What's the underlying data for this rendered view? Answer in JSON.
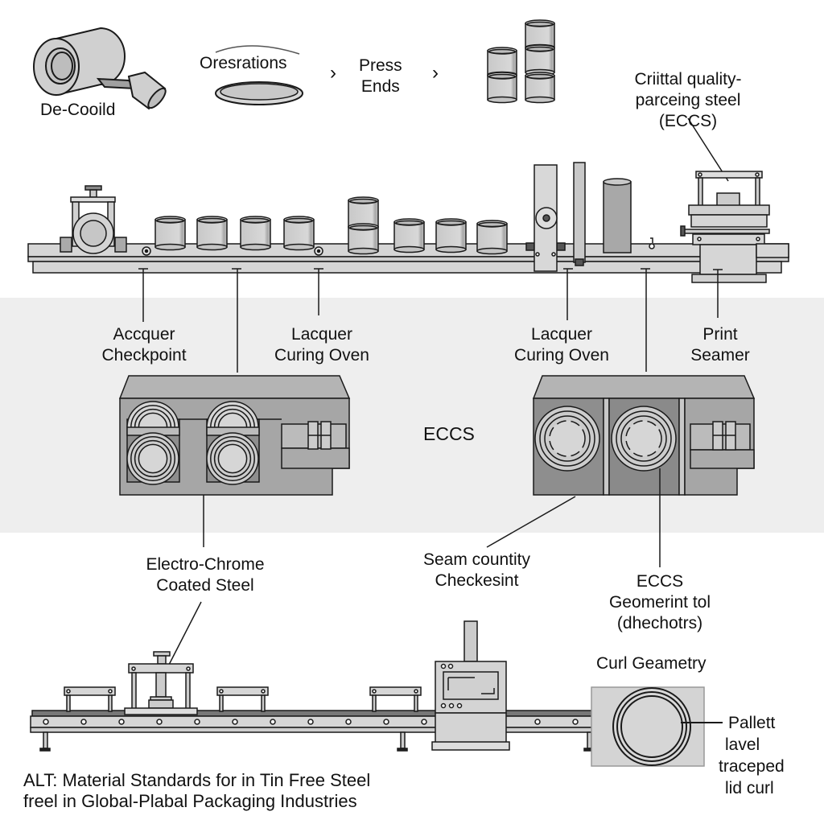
{
  "diagram": {
    "top_steps": {
      "decoil": "De-Cooild",
      "operations": "Oresrations",
      "press_ends": [
        "Press",
        "Ends"
      ],
      "arrow_glyph": "›"
    },
    "callout_top_right": [
      "Criittal quality-",
      "parceing steel",
      "(ECCS)"
    ],
    "line_labels": [
      {
        "lines": [
          "Accquer",
          "Checkpoint"
        ]
      },
      {
        "lines": [
          "Lacquer",
          "Curing Oven"
        ]
      },
      {
        "lines": [
          "Lacquer",
          "Curing Oven"
        ]
      },
      {
        "lines": [
          "Print",
          "Seamer"
        ]
      }
    ],
    "center_label": "ECCS",
    "lower_labels": {
      "coated_steel": [
        "Electro-Chrome",
        "Coated Steel"
      ],
      "seam_check": [
        "Seam countity",
        "Checkesint"
      ],
      "eccs_geometry": [
        "ECCS",
        "Geomerint tol",
        "(dhechotrs)"
      ],
      "curl_geometry": "Curl Geametry",
      "pallet_note": [
        "Pallett",
        "lavel",
        "traceped",
        "lid curl"
      ]
    },
    "caption": [
      "ALT: Material Standards for in Tin Free Steel",
      "freel in Global-Plabal Packaging Industries"
    ],
    "colors": {
      "metal_light": "#d4d4d4",
      "metal_mid": "#a8a8a8",
      "metal_dark": "#7a7a7a",
      "outline": "#1a1a1a",
      "band": "#eeeeee"
    }
  }
}
